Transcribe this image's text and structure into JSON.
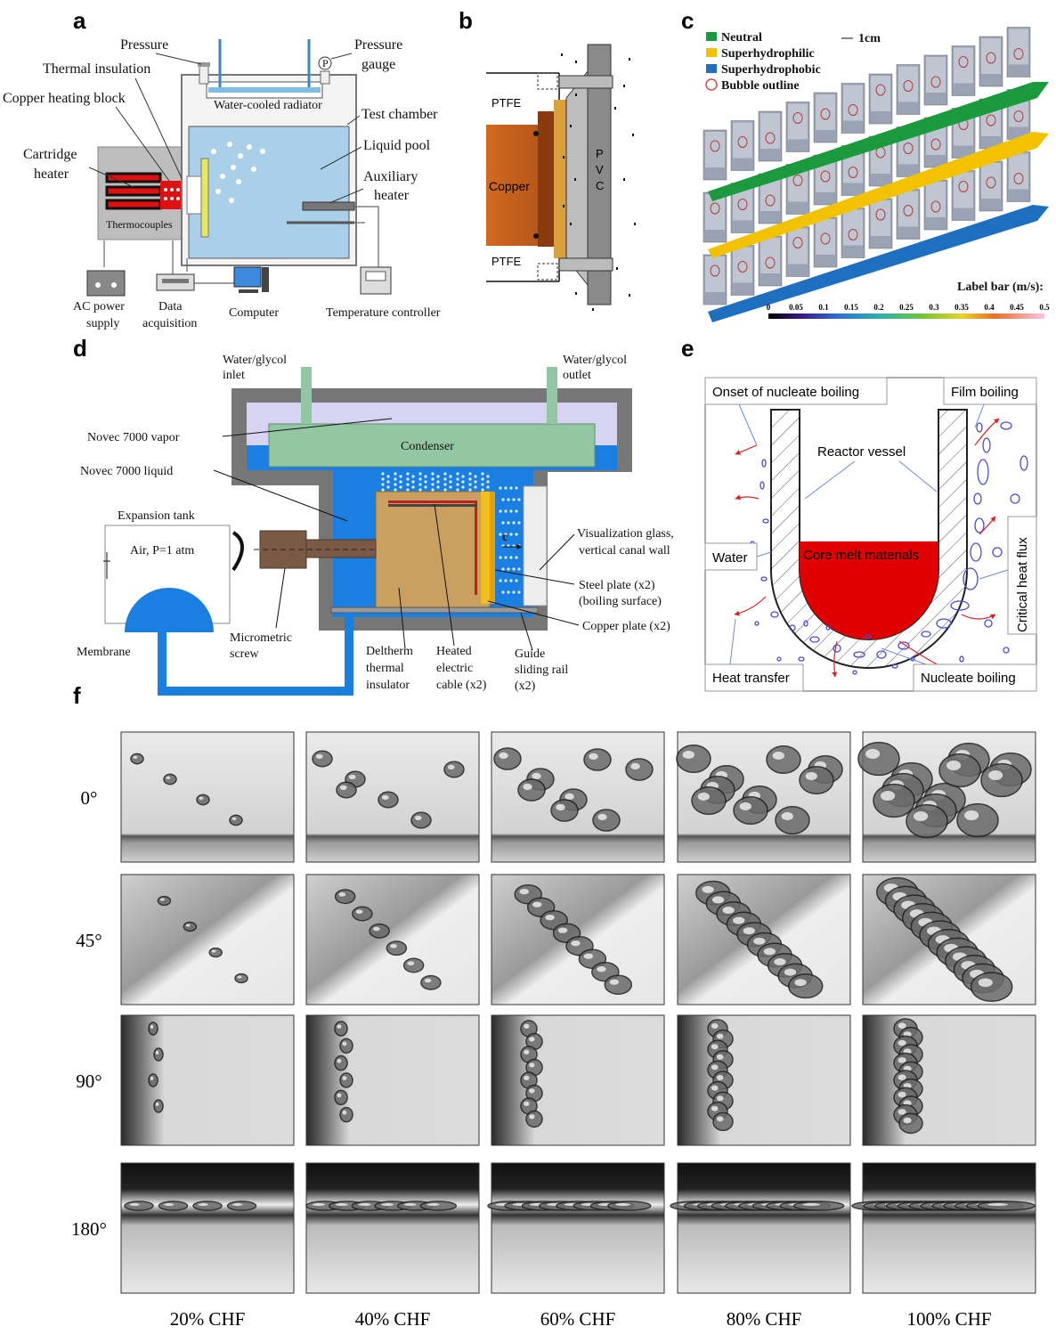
{
  "panels": {
    "a": {
      "letter": "a",
      "labels": {
        "pressure": "Pressure",
        "pressure_gauge_1": "Pressure",
        "pressure_gauge_2": "gauge",
        "thermal_insulation": "Thermal insulation",
        "copper_heating_block": "Copper heating block",
        "cartridge_heater_1": "Cartridge",
        "cartridge_heater_2": "heater",
        "thermocouples": "Thermocouples",
        "water_cooled_radiator": "Water-cooled radiator",
        "test_chamber": "Test chamber",
        "liquid_pool": "Liquid pool",
        "aux_heater_1": "Auxiliary",
        "aux_heater_2": "heater",
        "ac_power_1": "AC power",
        "ac_power_2": "supply",
        "data_acq_1": "Data",
        "data_acq_2": "acquisition",
        "computer": "Computer",
        "temp_controller": "Temperature controller",
        "gauge_symbol": "P"
      }
    },
    "b": {
      "letter": "b",
      "labels": {
        "ptfe_top": "PTFE",
        "ptfe_bottom": "PTFE",
        "copper": "Copper",
        "pvc_1": "P",
        "pvc_2": "V",
        "pvc_3": "C"
      }
    },
    "c": {
      "letter": "c",
      "legend": {
        "neutral": "Neutral",
        "superhydrophilic": "Superhydrophilic",
        "superhydrophobic": "Superhydrophobic",
        "bubble_outline": "Bubble outline"
      },
      "scale": "1cm",
      "colorbar_title": "Label bar (m/s):",
      "colorbar_ticks": [
        "0",
        "0.05",
        "0.1",
        "0.15",
        "0.2",
        "0.25",
        "0.3",
        "0.35",
        "0.4",
        "0.45",
        "0.5"
      ],
      "colors": {
        "neutral": "#1a9a3c",
        "superhydrophilic": "#f2c200",
        "superhydrophobic": "#1f6fc0",
        "bubble": "#d94a4a"
      }
    },
    "d": {
      "letter": "d",
      "labels": {
        "inlet_1": "Water/glycol",
        "inlet_2": "inlet",
        "outlet_1": "Water/glycol",
        "outlet_2": "outlet",
        "vapor": "Novec 7000 vapor",
        "liquid": "Novec 7000 liquid",
        "condenser": "Condenser",
        "expansion_tank": "Expansion tank",
        "air": "Air, P=1 atm",
        "membrane": "Membrane",
        "screw_1": "Micrometric",
        "screw_2": "screw",
        "delt_1": "Deltherm",
        "delt_2": "thermal",
        "delt_3": "insulator",
        "cable_1": "Heated",
        "cable_2": "electric",
        "cable_3": "cable (x2)",
        "rail_1": "Guide",
        "rail_2": "sliding rail",
        "rail_3": "(x2)",
        "glass_1": "Visualization glass,",
        "glass_2": "vertical canal wall",
        "steel_1": "Steel plate (x2)",
        "steel_2": "(boiling surface)",
        "copper_plate": "Copper plate (x2)",
        "gap": "c"
      }
    },
    "e": {
      "letter": "e",
      "labels": {
        "onb": "Onset of nucleate boiling",
        "film": "Film boiling",
        "vessel": "Reactor vessel",
        "water": "Water",
        "core": "Core melt materials",
        "chf": "Critical heat flux",
        "heat_transfer": "Heat transfer",
        "nucleate": "Nucleate boiling"
      }
    },
    "f": {
      "letter": "f",
      "rows": [
        "0°",
        "45°",
        "90°",
        "180°"
      ],
      "columns": [
        "20% CHF",
        "40% CHF",
        "60% CHF",
        "80% CHF",
        "100% CHF"
      ]
    }
  }
}
